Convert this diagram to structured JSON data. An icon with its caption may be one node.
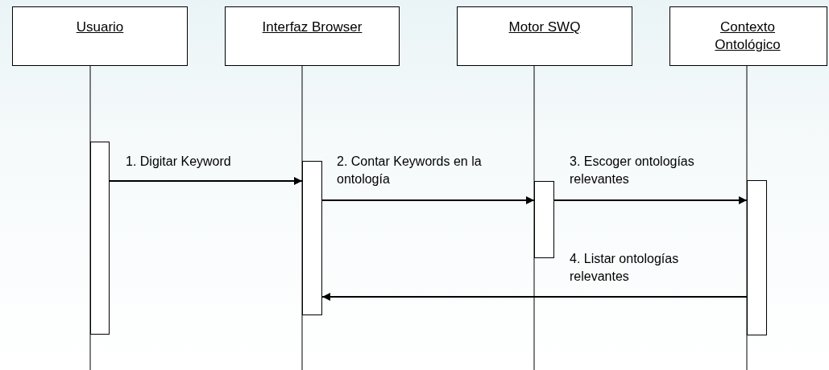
{
  "diagram": {
    "nodes": [
      {
        "text": [
          "Usuario"
        ]
      },
      {
        "text": [
          "Interfaz Browser"
        ]
      },
      {
        "text": [
          "Motor SWQ"
        ]
      },
      {
        "text": [
          "Contexto Ontológico"
        ]
      },
      {
        "text": [],
        "shape": "bar"
      },
      {
        "text": [],
        "shape": "bar"
      },
      {
        "text": [],
        "shape": "bar"
      },
      {
        "text": [],
        "shape": "bar"
      }
    ],
    "edges": [
      {
        "from": 4,
        "to": 5,
        "arrow": "to",
        "label": "1. Digitar Keyword"
      },
      {
        "from": 5,
        "to": 6,
        "arrow": "to",
        "label": "2. Contar Keywords en la ontología"
      },
      {
        "from": 6,
        "to": 7,
        "arrow": "to",
        "label": "3. Escoger ontologías relevantes"
      },
      {
        "from": 7,
        "to": 5,
        "arrow": "to",
        "label": "4. Listar ontologías relevantes"
      }
    ]
  }
}
